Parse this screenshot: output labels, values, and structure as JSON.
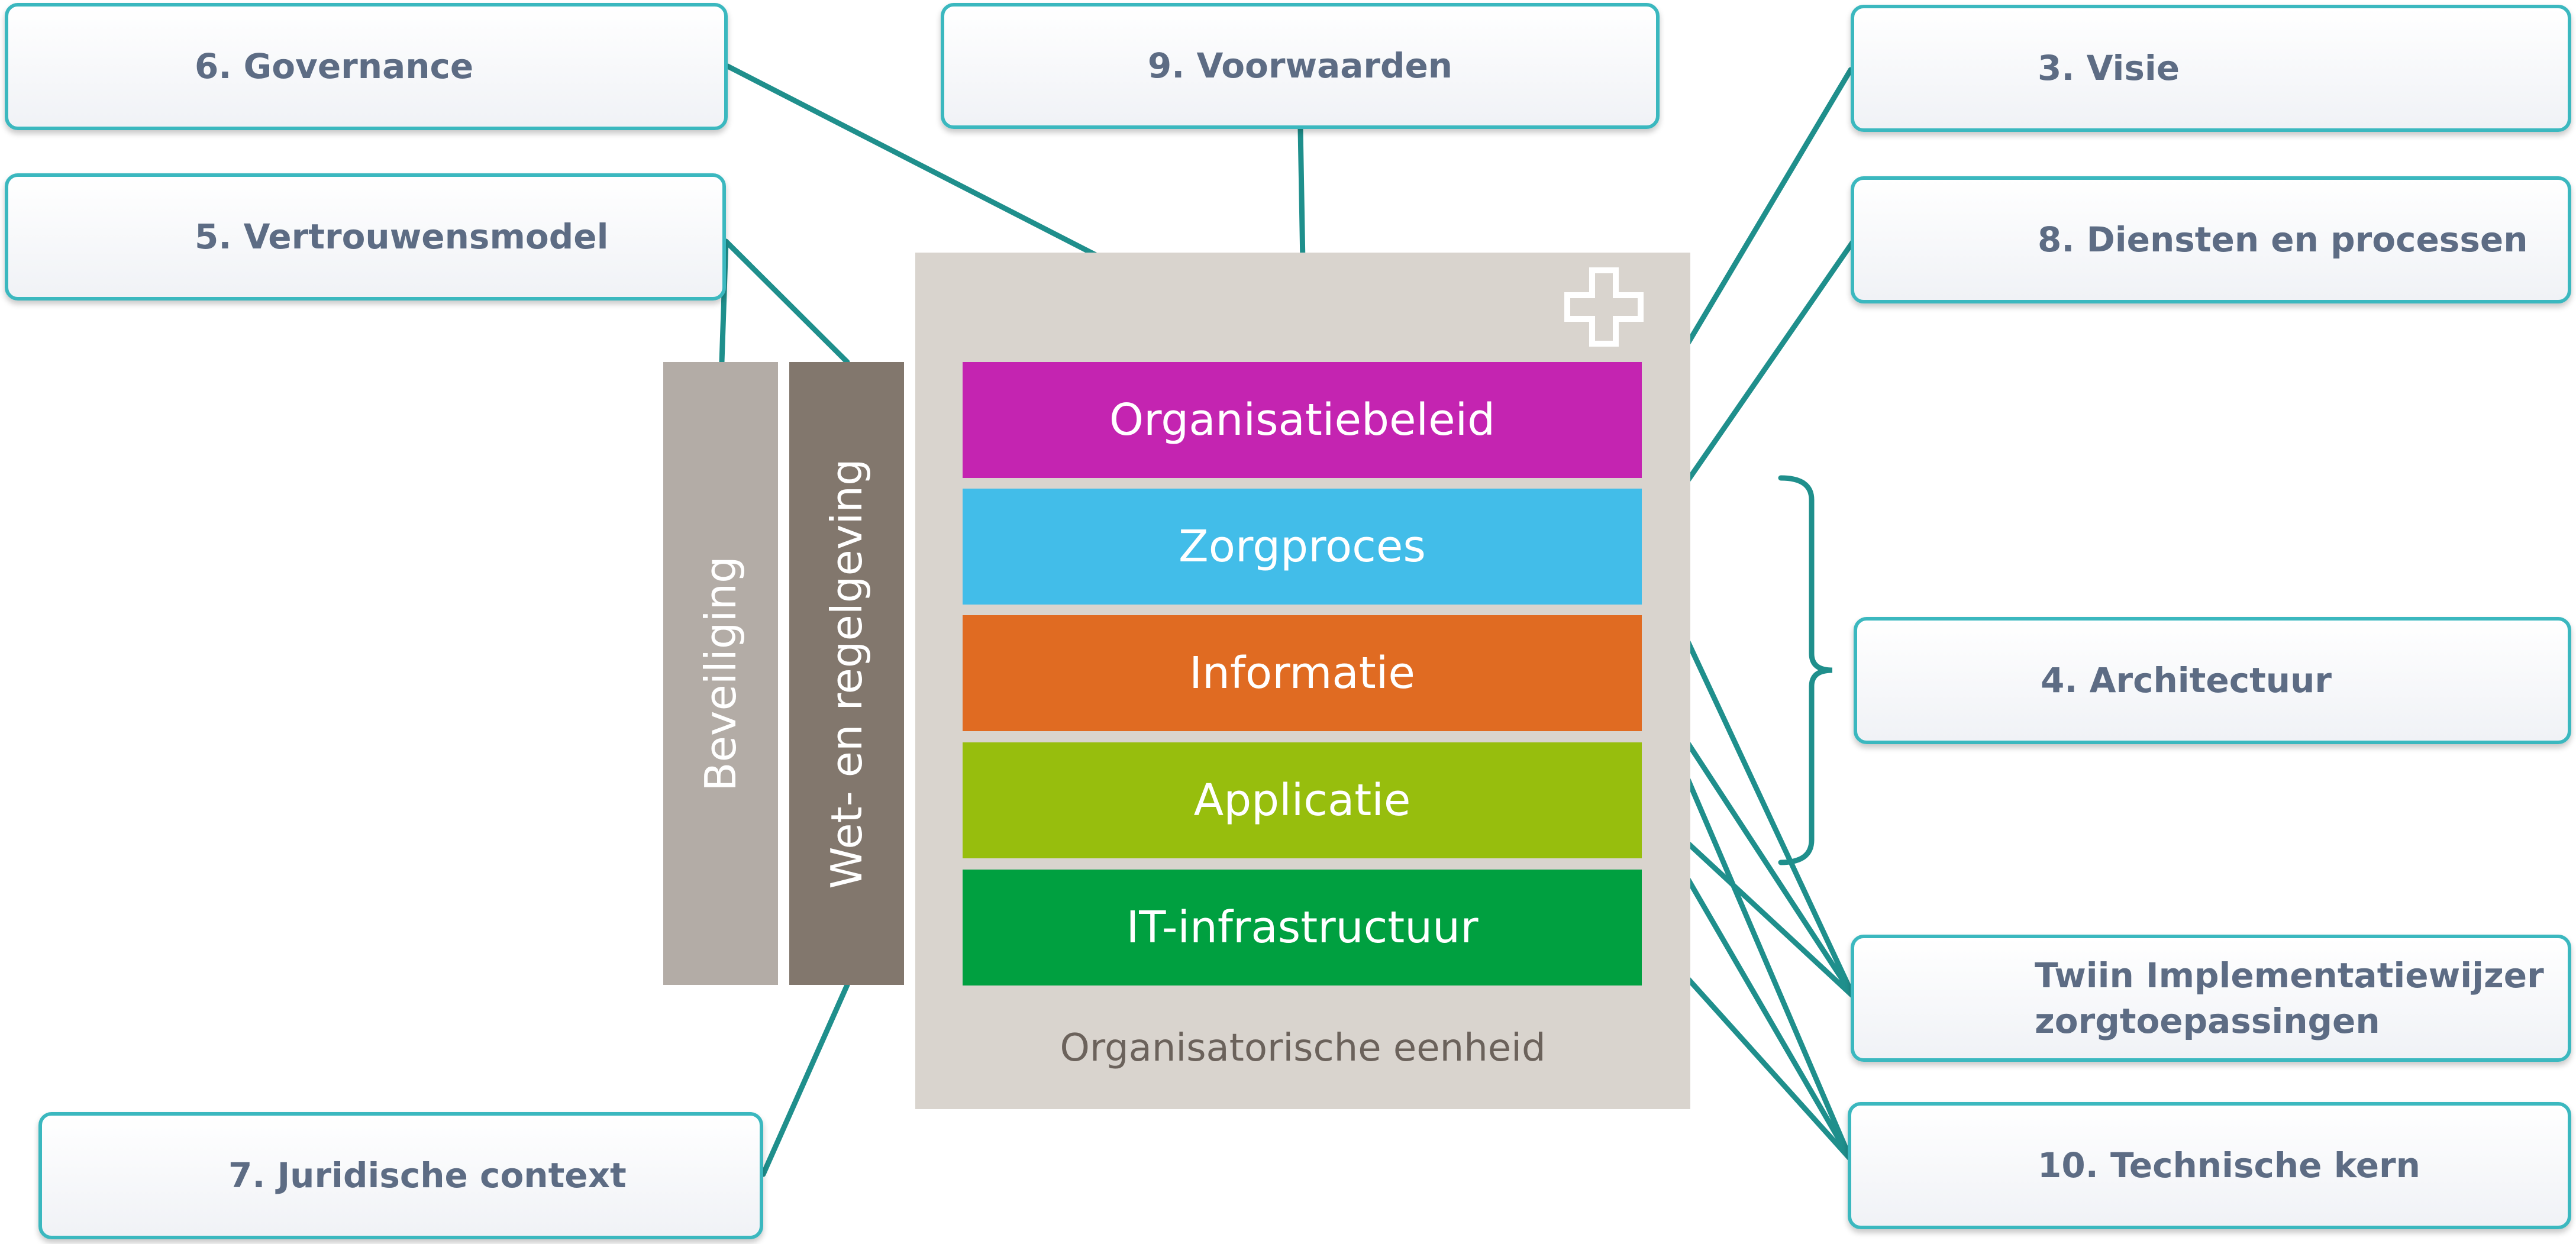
{
  "colors": {
    "connector": "#1f8f8c",
    "callout_border": "#3bb8bf",
    "callout_text": "#5d6c84",
    "panel": "#d9d4ce",
    "layer_organisatiebeleid": "#c424b1",
    "layer_zorgproces": "#42bde9",
    "layer_informatie": "#e06b22",
    "layer_applicatie": "#97be0d",
    "layer_it_infrastructuur": "#00a040",
    "pillar_beveiliging": "#b3aca6",
    "pillar_wet": "#82776d"
  },
  "callouts": {
    "governance": "6. Governance",
    "voorwaarden": "9. Voorwaarden",
    "visie": "3. Visie",
    "vertrouwensmodel": "5. Vertrouwensmodel",
    "diensten": "8. Diensten en processen",
    "architectuur": "4. Architectuur",
    "twiin_line1": "Twiin Implementatiewijzer",
    "twiin_line2": "zorgtoepassingen",
    "juridische": "7. Juridische context",
    "technische": "10. Technische kern"
  },
  "layers": {
    "organisatiebeleid": "Organisatiebeleid",
    "zorgproces": "Zorgproces",
    "informatie": "Informatie",
    "applicatie": "Applicatie",
    "it_infrastructuur": "IT-infrastructuur"
  },
  "pillars": {
    "beveiliging": "Beveiliging",
    "wet": "Wet- en regelgeving"
  },
  "unit_label": "Organisatorische eenheid",
  "icons": {
    "cross": "cross-icon"
  }
}
